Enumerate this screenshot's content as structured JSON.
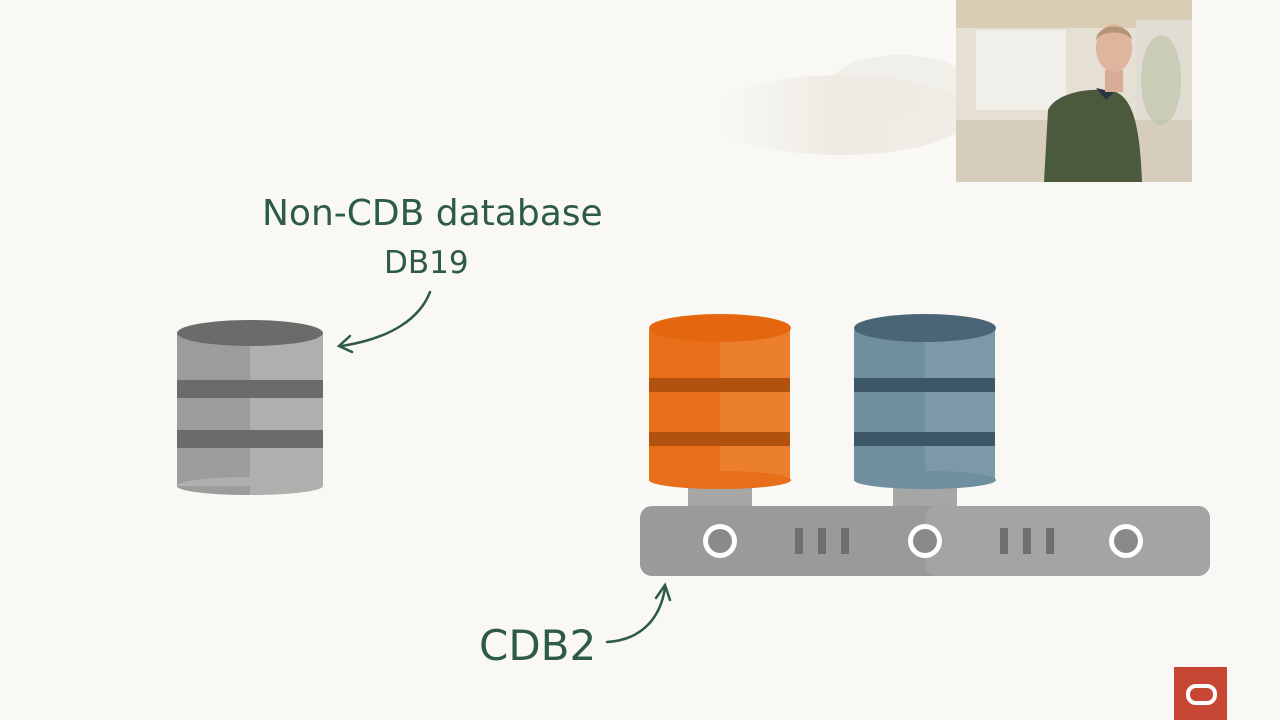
{
  "labels": {
    "non_cdb_title": "Non-CDB database",
    "non_cdb_name": "DB19",
    "container_name": "CDB2"
  },
  "colors": {
    "background": "#f9f8f5",
    "handwriting": "#2e5a4a",
    "non_cdb_database": "#9e9c9a",
    "pdb_orange": "#e86f1a",
    "pdb_blue": "#6f8e9e",
    "container_bar": "#9a9a9a",
    "oracle_brand": "#c74634"
  },
  "icons": {
    "non_cdb": "database-cylinder-icon",
    "pdb1": "database-cylinder-icon",
    "pdb2": "database-cylinder-icon",
    "container": "server-rack-icon",
    "logo": "oracle-logo-icon"
  },
  "webcam": {
    "description_visible": false
  }
}
